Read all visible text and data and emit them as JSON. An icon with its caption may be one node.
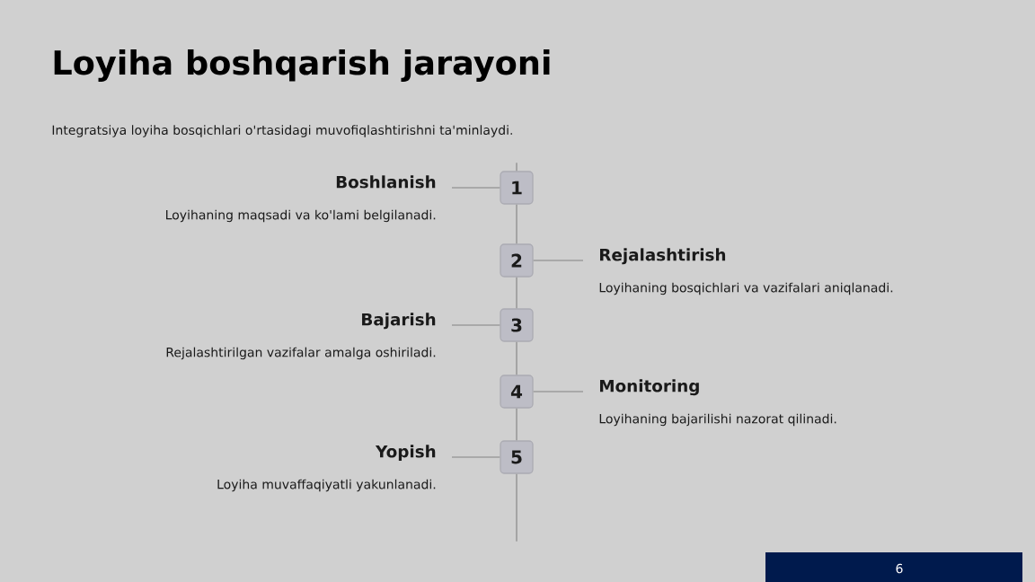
{
  "diagram": {
    "title": "Loyiha boshqarish jarayoni",
    "nodes": [
      {
        "text": [
          "1"
        ]
      },
      {
        "text": [
          "2"
        ]
      },
      {
        "text": [
          "3"
        ]
      },
      {
        "text": [
          "4"
        ]
      },
      {
        "text": [
          "5"
        ]
      },
      {
        "text": [
          "Boshlanish",
          "Loyihaning maqsadi va ko'lami belgilanadi."
        ]
      },
      {
        "text": [
          "Rejalashtirish",
          "Loyihaning bosqichlari va vazifalari aniqlanadi."
        ]
      },
      {
        "text": [
          "Bajarish",
          "Rejalashtirilgan vazifalar amalga oshiriladi."
        ]
      },
      {
        "text": [
          "Monitoring",
          "Loyihaning bajarilishi nazorat qilinadi."
        ]
      },
      {
        "text": [
          "Yopish",
          "Loyiha muvaffaqiyatli yakunlanadi."
        ]
      }
    ],
    "edges": [
      {
        "from": null,
        "to": 0,
        "arrow": "none"
      },
      {
        "from": 0,
        "to": 1,
        "arrow": "none"
      },
      {
        "from": 1,
        "to": 2,
        "arrow": "none"
      },
      {
        "from": 2,
        "to": 3,
        "arrow": "none"
      },
      {
        "from": 3,
        "to": 4,
        "arrow": "none"
      },
      {
        "from": 4,
        "to": null,
        "arrow": "none"
      },
      {
        "from": 5,
        "to": 0,
        "arrow": "none"
      },
      {
        "from": 6,
        "to": 1,
        "arrow": "none"
      },
      {
        "from": 7,
        "to": 2,
        "arrow": "none"
      },
      {
        "from": 8,
        "to": 3,
        "arrow": "none"
      },
      {
        "from": 9,
        "to": 4,
        "arrow": "none"
      }
    ],
    "labels": [
      "Integratsiya loyiha bosqichlari o'rtasidagi muvofiqlashtirishni ta'minlaydi.",
      "6"
    ]
  }
}
